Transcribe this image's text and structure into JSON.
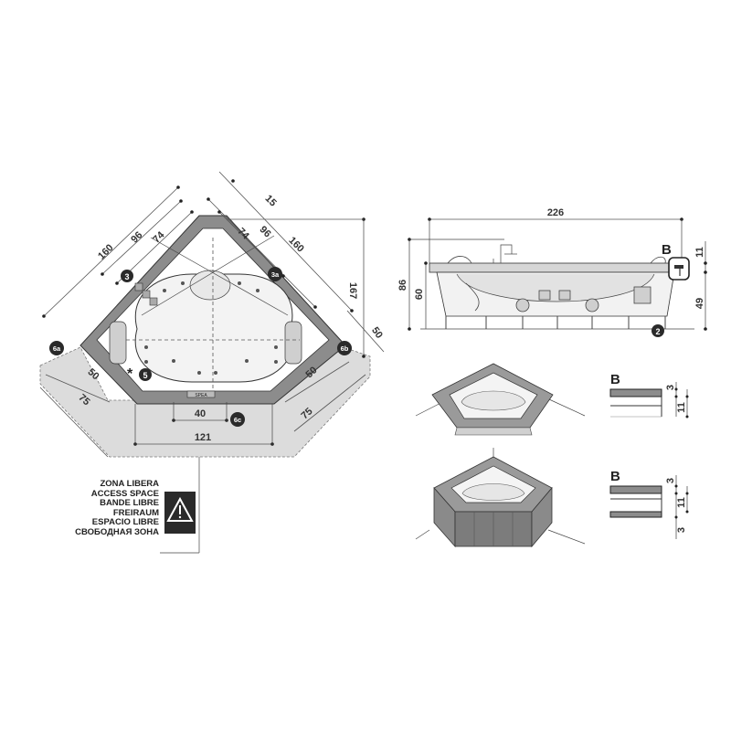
{
  "plan": {
    "dims": {
      "d160_left": "160",
      "d96_left": "96",
      "d74_left": "74",
      "d15": "15",
      "d74_right": "74",
      "d96_right": "96",
      "d160_right": "160",
      "d167": "167",
      "d50_right_outer": "50",
      "d50_left": "50",
      "d75_left": "75",
      "d50_right": "50",
      "d75_right": "75",
      "d40": "40",
      "d121": "121"
    },
    "markers": {
      "m3": "3",
      "m3a": "3a",
      "m5": "5",
      "m6a": "6a",
      "m6b": "6b",
      "m6c": "6c",
      "asterisk": "*"
    },
    "panel_label": "SPEA"
  },
  "side_view": {
    "d226": "226",
    "d86": "86",
    "d60": "60",
    "d11": "11",
    "d49": "49",
    "label_b": "B",
    "marker_2": "2"
  },
  "detail_top": {
    "label_b": "B",
    "d3": "3",
    "d11": "11"
  },
  "detail_bottom": {
    "label_b": "B",
    "d3a": "3",
    "d11": "11",
    "d3b": "3"
  },
  "access_space": {
    "lines": [
      "ZONA LIBERA",
      "ACCESS SPACE",
      "BANDE LIBRE",
      "FREIRAUM",
      "ESPACIO LIBRE",
      "СВОБОДНАЯ ЗОНА"
    ],
    "warning_icon": "warning-triangle-icon"
  },
  "colors": {
    "rim": "#8c8c8c",
    "floor": "#d9d9d9",
    "marker": "#2a2a2a",
    "line": "#333333"
  }
}
